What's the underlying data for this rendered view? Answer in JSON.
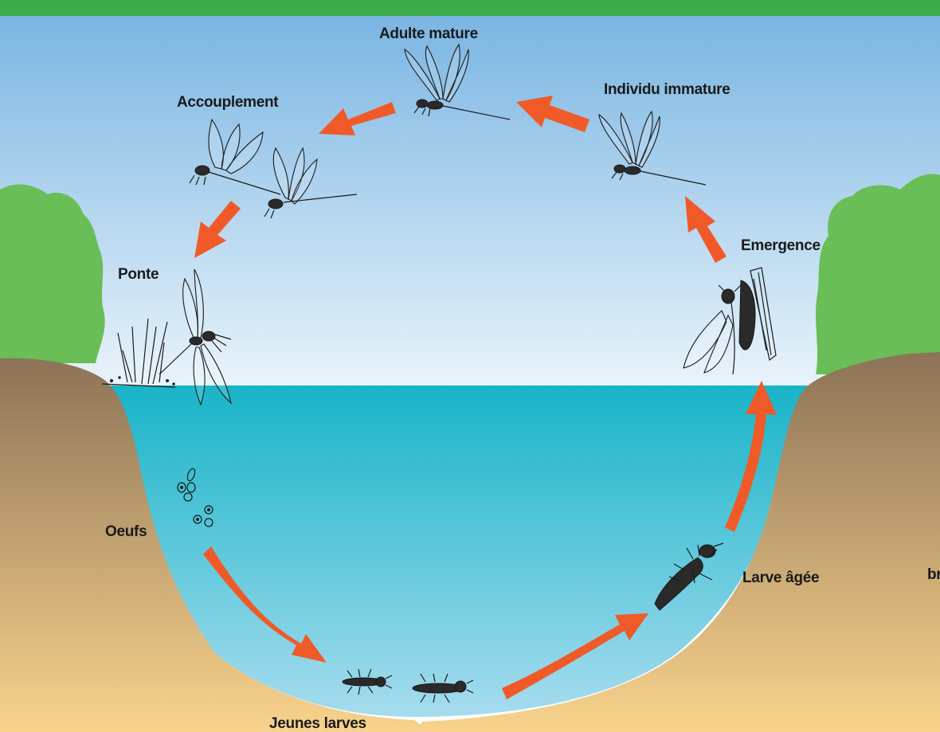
{
  "colors": {
    "top_bar": "#3eab49",
    "sky_top": "#7ab5e2",
    "sky_bottom": "#eaf4fb",
    "water_top": "#18b4c8",
    "water_bottom": "#a6dcee",
    "bank_top": "#8c7357",
    "bank_bottom": "#f9d38c",
    "vegetation": "#69be57",
    "arrow": "#f05a28"
  },
  "stages": {
    "adulte_mature": "Adulte mature",
    "individu_immature": "Individu immature",
    "accouplement": "Accouplement",
    "emergence": "Emergence",
    "ponte": "Ponte",
    "oeufs": "Oeufs",
    "larve_agee": "Larve âgée",
    "jeunes_larves": "Jeunes larves"
  },
  "edge_label": "br"
}
